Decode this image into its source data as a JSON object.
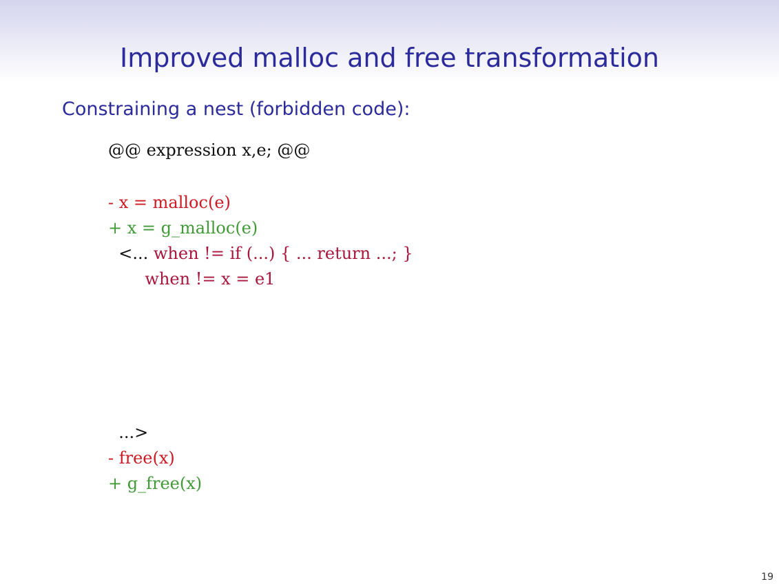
{
  "title": "Improved malloc and free transformation",
  "subtitle": "Constraining a nest (forbidden code):",
  "code": {
    "header": "@@ expression x,e; @@",
    "l1": "- x = malloc(e)",
    "l2": "+ x = g_malloc(e)",
    "l3a": "  <... ",
    "l3b": "when != if (...) { ... return ...; }",
    "l4": "       when != x = e1",
    "l5": "  ...>",
    "l6": "- free(x)",
    "l7": "+ g_free(x)"
  },
  "page_number": "19",
  "colors": {
    "title": "#2b2b9c",
    "removed": "#cc1a22",
    "added": "#3f9a35",
    "when": "#a8163c"
  }
}
